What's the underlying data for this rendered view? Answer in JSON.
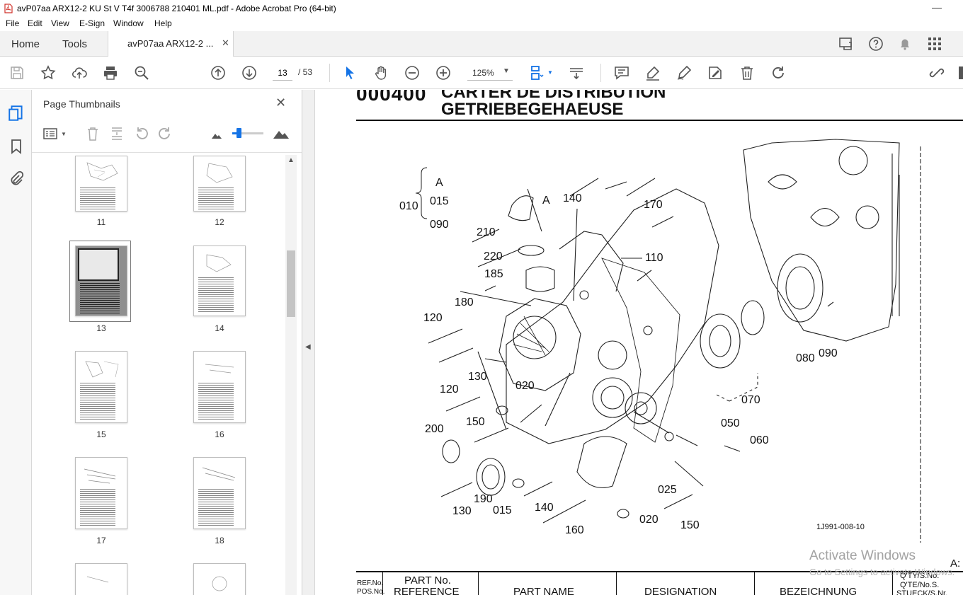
{
  "window": {
    "title": "avP07aa ARX12-2 KU St V T4f 3006788 210401 ML.pdf - Adobe Acrobat Pro (64-bit)"
  },
  "menu": [
    "File",
    "Edit",
    "View",
    "E-Sign",
    "Window",
    "Help"
  ],
  "tabs": {
    "home": "Home",
    "tools": "Tools",
    "document": "avP07aa ARX12-2 ..."
  },
  "toolbar": {
    "page_current": "13",
    "page_total": "/ 53",
    "zoom": "125%"
  },
  "thumbnails": {
    "title": "Page Thumbnails",
    "pages": [
      "11",
      "12",
      "13",
      "14",
      "15",
      "16",
      "17",
      "18"
    ],
    "selected": "13"
  },
  "document": {
    "section_code": "000400",
    "title_fr": "CARTER DE DISTRIBUTION",
    "title_de": "GETRIEBEGEHAEUSE",
    "drawing_ref": "1J991-008-10",
    "callouts": {
      "c010": "010",
      "cA1": "A",
      "c015a": "015",
      "c090a": "090",
      "c210": "210",
      "c220": "220",
      "cA2": "A",
      "c140a": "140",
      "c170": "170",
      "c110": "110",
      "c185": "185",
      "c180": "180",
      "c120a": "120",
      "c130a": "130",
      "c020a": "020",
      "c120b": "120",
      "c150a": "150",
      "c200": "200",
      "c190": "190",
      "c015b": "015",
      "c130b": "130",
      "c140b": "140",
      "c160": "160",
      "c025": "025",
      "c020b": "020",
      "c150b": "150",
      "c050": "050",
      "c060": "060",
      "c070": "070",
      "c080": "080",
      "c090b": "090"
    },
    "corner_marker": "A:",
    "table_header": {
      "ref": "REF.No.",
      "pos": "POS.No.",
      "part_no": "PART No.",
      "reference": "REFERENCE",
      "part_name": "PART NAME",
      "designation": "DESIGNATION",
      "bezeichnung": "BEZEICHNUNG",
      "qty": "Q'TY/S.No.",
      "qte": "Q'TE/No.S.",
      "stueck": "STUECK/S.Nr."
    }
  },
  "watermark": {
    "line1": "Activate Windows",
    "line2": "Go to Settings to activate Windows."
  },
  "colors": {
    "accent": "#1473e6",
    "title": "#000000"
  }
}
